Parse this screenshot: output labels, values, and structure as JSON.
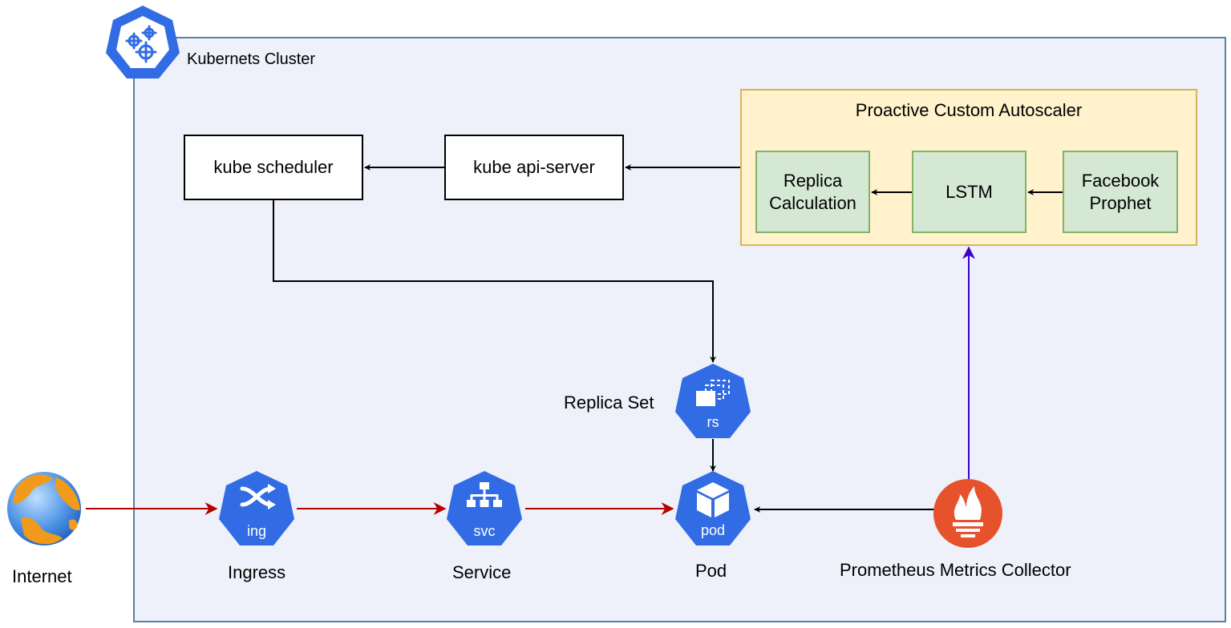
{
  "cluster": {
    "label": "Kubernets Cluster"
  },
  "autoscaler": {
    "title": "Proactive Custom Autoscaler",
    "replica_calculation": [
      "Replica",
      "Calculation"
    ],
    "lstm": "LSTM",
    "facebook_prophet": [
      "Facebook",
      "Prophet"
    ]
  },
  "control_plane": {
    "scheduler": "kube scheduler",
    "api_server": "kube api-server"
  },
  "nodes": {
    "internet": "Internet",
    "ingress": "Ingress",
    "ingress_badge": "ing",
    "service": "Service",
    "service_badge": "svc",
    "pod": "Pod",
    "pod_badge": "pod",
    "replica_set": "Replica Set",
    "replica_set_badge": "rs",
    "prometheus": "Prometheus Metrics Collector"
  },
  "colors": {
    "k8s_blue": "#326ce5",
    "traffic_arrow": "#b20000",
    "metrics_arrow": "#3a00cc",
    "prometheus": "#e6522c"
  },
  "icons": {
    "cluster": "kubernetes-gear-icon",
    "internet": "globe-icon",
    "ingress": "shuffle-icon",
    "service": "hierarchy-icon",
    "pod": "cube-icon",
    "replica_set": "stacked-windows-icon",
    "prometheus": "flame-icon"
  }
}
